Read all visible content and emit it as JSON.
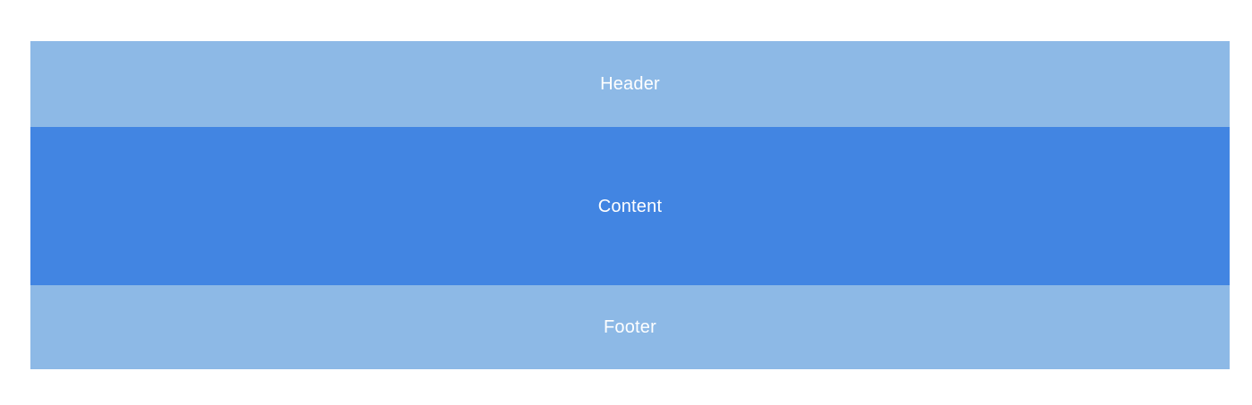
{
  "page": {
    "background": "#ffffff",
    "text_color": "#ffffff"
  },
  "layout": {
    "sections": [
      {
        "id": "header",
        "label": "Header",
        "bg": "#8db9e6"
      },
      {
        "id": "content",
        "label": "Content",
        "bg": "#4285e2"
      },
      {
        "id": "footer",
        "label": "Footer",
        "bg": "#8db9e6"
      }
    ]
  }
}
